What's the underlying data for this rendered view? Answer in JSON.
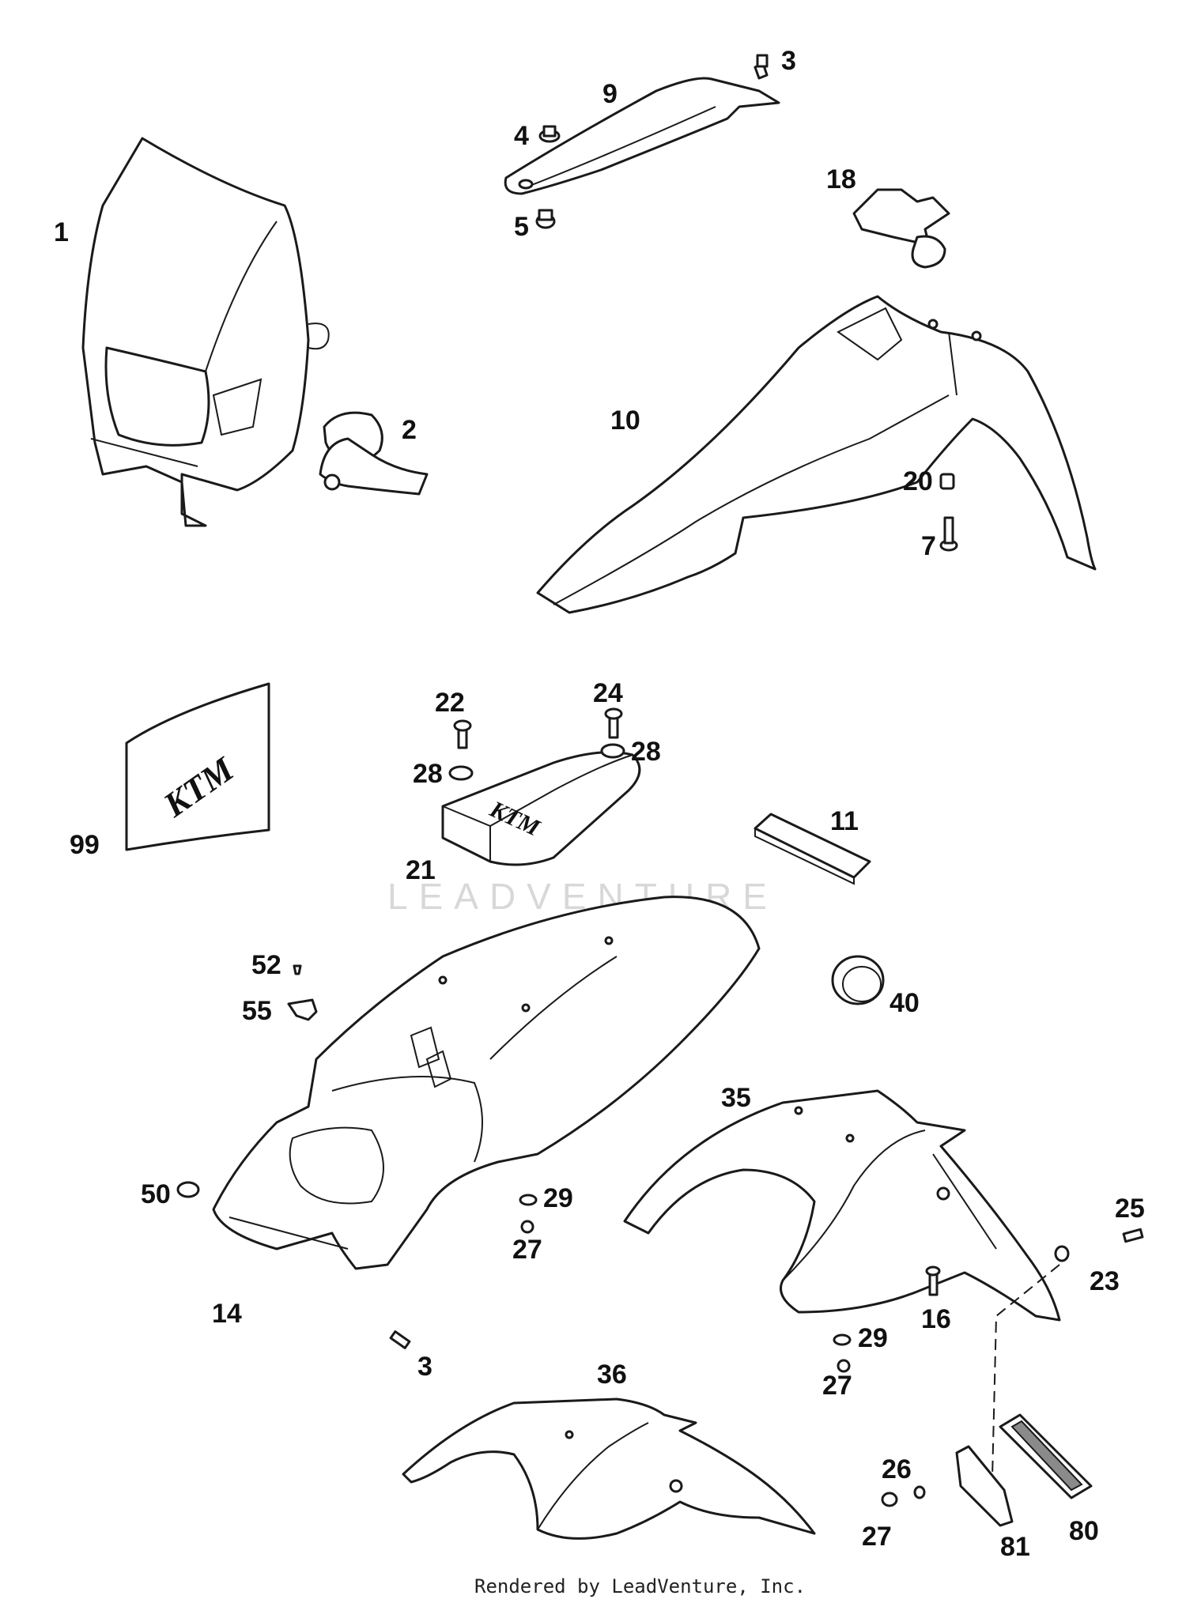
{
  "diagram": {
    "callouts": [
      {
        "label": "1"
      },
      {
        "label": "2"
      },
      {
        "label": "3"
      },
      {
        "label": "9"
      },
      {
        "label": "4"
      },
      {
        "label": "5"
      },
      {
        "label": "18"
      },
      {
        "label": "10"
      },
      {
        "label": "20"
      },
      {
        "label": "7"
      },
      {
        "label": "99"
      },
      {
        "label": "22"
      },
      {
        "label": "24"
      },
      {
        "label": "28"
      },
      {
        "label": "28"
      },
      {
        "label": "21"
      },
      {
        "label": "11"
      },
      {
        "label": "52"
      },
      {
        "label": "55"
      },
      {
        "label": "40"
      },
      {
        "label": "35"
      },
      {
        "label": "50"
      },
      {
        "label": "29"
      },
      {
        "label": "27"
      },
      {
        "label": "25"
      },
      {
        "label": "23"
      },
      {
        "label": "14"
      },
      {
        "label": "16"
      },
      {
        "label": "3"
      },
      {
        "label": "29"
      },
      {
        "label": "27"
      },
      {
        "label": "36"
      },
      {
        "label": "26"
      },
      {
        "label": "27"
      },
      {
        "label": "81"
      },
      {
        "label": "80"
      }
    ],
    "logo_text": "KTM",
    "watermark": "LEADVENTURE",
    "footer": "Rendered by LeadVenture, Inc."
  }
}
